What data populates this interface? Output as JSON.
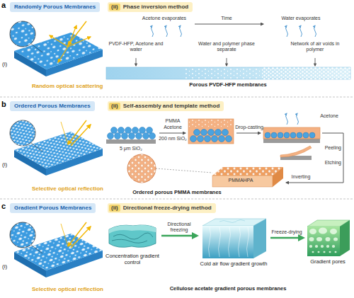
{
  "diagram": {
    "nodes": [
      {
        "text": [
          "Randomly Porous Membranes"
        ]
      },
      {
        "text": [
          "(ii)",
          "Phase inversion method"
        ]
      },
      {
        "text": [
          "Ordered Porous Membranes"
        ]
      },
      {
        "text": [
          "(ii)",
          "Self-assembly and template method"
        ]
      },
      {
        "text": [
          "Gradient Porous Membranes"
        ]
      },
      {
        "text": [
          "(ii)",
          "Directional freeze-drying method"
        ]
      },
      {
        "text": [
          "Concentration gradient control"
        ]
      },
      {
        "text": [
          "Cold air flow gradient growth"
        ]
      },
      {
        "text": [
          "Gradient pores"
        ]
      }
    ],
    "edges": [
      {
        "from": 6,
        "to": 7,
        "arrow": "to",
        "label": "Directional freezing"
      },
      {
        "from": 7,
        "to": 8,
        "arrow": "to",
        "label": "Freeze-drying"
      }
    ],
    "labels": [
      "a",
      "(i)",
      "Random optical scattering",
      "Acetone evaporates",
      "Time",
      "Water evaporates",
      "PVDF-HFP, Acetone and water",
      "Water and polymer phase separate",
      "Network of air voids in polymer",
      "Porous PVDF-HFP membranes",
      "b",
      "(i)",
      "Selective optical reflection",
      "5 μm SiO₂",
      "PMMA",
      "Acetone",
      "200 nm SiO₂",
      "Acetone",
      "Drop-casting",
      "Peeling",
      "Etching",
      "Inverting",
      "PMMAHPA",
      "Ordered porous PMMA membranes",
      "c",
      "(i)",
      "Selective optical reflection",
      "Cellulose acetate gradient porous membranes"
    ]
  }
}
